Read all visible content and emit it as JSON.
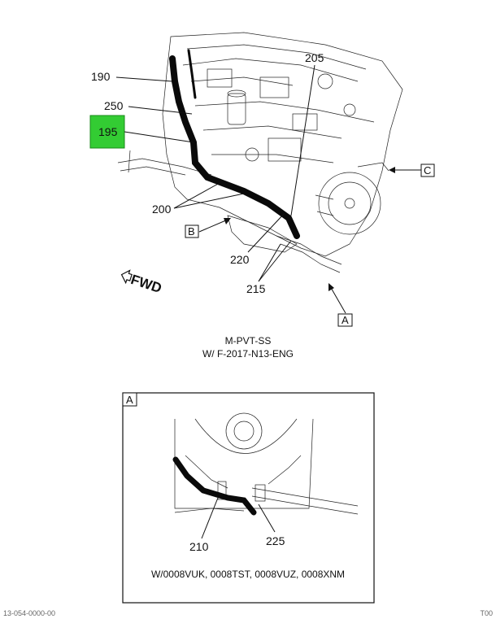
{
  "main_view": {
    "callouts": {
      "c190": "190",
      "c250": "250",
      "c195": "195",
      "c205": "205",
      "c200": "200",
      "c220": "220",
      "c215": "215"
    },
    "view_markers": {
      "a": "A",
      "b": "B",
      "c": "C"
    },
    "fwd_label": "FWD",
    "highlight_color": "#33cc33",
    "caption_line1": "M-PVT-SS",
    "caption_line2": "W/ F-2017-N13-ENG"
  },
  "detail_view": {
    "view_letter": "A",
    "callouts": {
      "c210": "210",
      "c225": "225"
    },
    "caption": "W/0008VUK, 0008TST, 0008VUZ, 0008XNM"
  },
  "footer": {
    "left_text": "13-054-0000-00",
    "right_text": "T00"
  }
}
